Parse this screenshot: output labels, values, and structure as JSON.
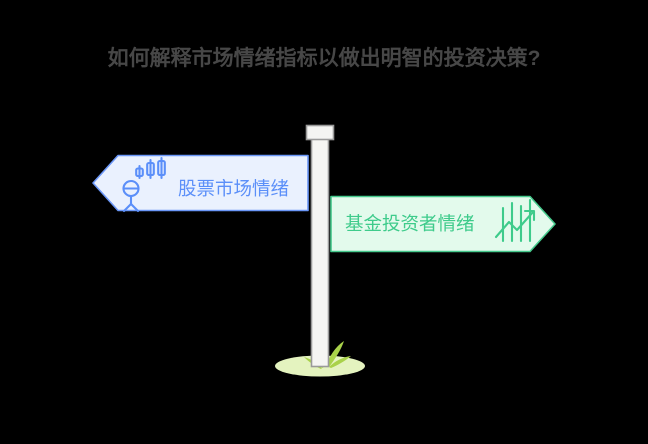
{
  "page": {
    "background_color": "#000000",
    "title": "如何解释市场情绪指标以做出明智的投资决策?",
    "title_color": "#474747"
  },
  "signpost": {
    "pole": {
      "fill_color": "#f5f5f3",
      "border_color": "#9a9a9a",
      "cap_fill_color": "#f4f4f2",
      "cap_border_color": "#9a9a9a"
    },
    "ground": {
      "patch_color": "#e4f3bf",
      "grass_color": "#a9d24a"
    },
    "signs": [
      {
        "id": "left-sign",
        "direction": "left",
        "label": "股票市场情绪",
        "text_color": "#5b8ff9",
        "fill_color": "#eaf1fe",
        "border_color": "#6a96f7",
        "icon": "person-candlestick-icon",
        "icon_color": "#5b8ff9"
      },
      {
        "id": "right-sign",
        "direction": "right",
        "label": "基金投资者情绪",
        "text_color": "#3ecb8b",
        "fill_color": "#e3faec",
        "border_color": "#45c98c",
        "icon": "uptrend-bars-arrow-icon",
        "icon_color": "#3ecb8b"
      }
    ]
  }
}
